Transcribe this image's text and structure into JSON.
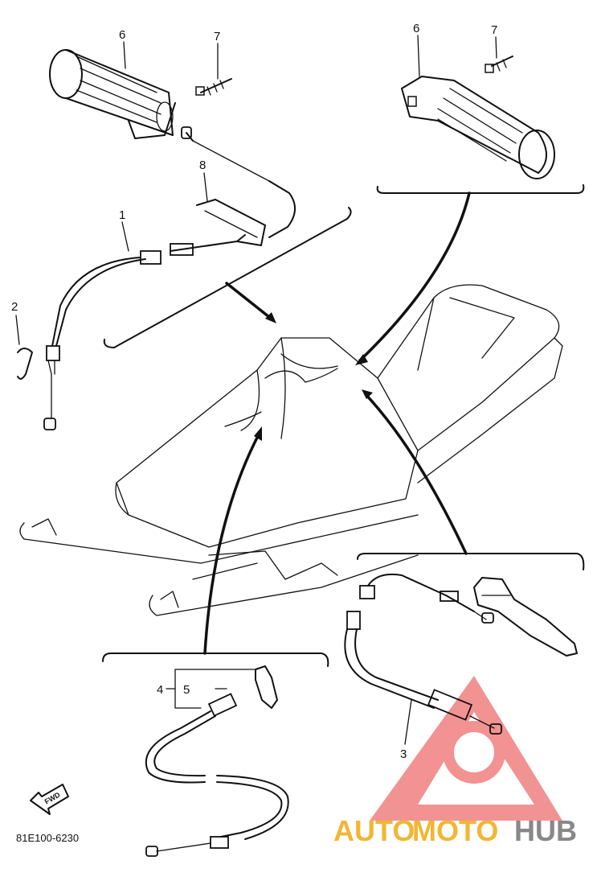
{
  "diagram": {
    "part_labels": {
      "p1": "1",
      "p2": "2",
      "p3": "3",
      "p4": "4",
      "p5": "5",
      "p6_left": "6",
      "p6_right": "6",
      "p7_left": "7",
      "p7_right": "7",
      "p8": "8"
    },
    "fwd_label": "FWD",
    "drawing_code": "81E100-6230"
  },
  "watermark": {
    "part_a": "AUTO",
    "part_b": "MOTO",
    "part_c": "HUB",
    "colors": {
      "auto": "#f2b634",
      "moto": "#f2b634",
      "hub": "#888888",
      "triangle": "#f08080"
    }
  }
}
